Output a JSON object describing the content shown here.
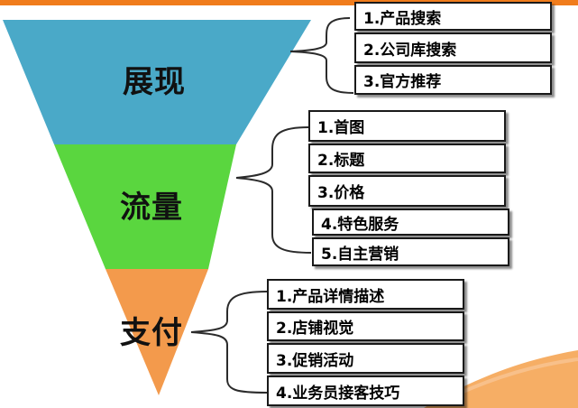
{
  "stages": [
    {
      "label": "展现",
      "color": "#4aa9c8",
      "items": [
        "1.产品搜索",
        "2.公司库搜索",
        "3.官方推荐"
      ]
    },
    {
      "label": "流量",
      "color": "#5ad63f",
      "items": [
        "1.首图",
        "2.标题",
        "3.价格",
        "4.特色服务",
        "5.自主营销"
      ]
    },
    {
      "label": "支付",
      "color": "#f39a4c",
      "items": [
        "1.产品详情描述",
        "2.店铺视觉",
        "3.促销活动",
        "4.业务员接客技巧"
      ]
    }
  ],
  "colors": {
    "accent": "#f07c1c",
    "swoosh": "#f5a04a",
    "box_border": "#1a1a1a"
  }
}
